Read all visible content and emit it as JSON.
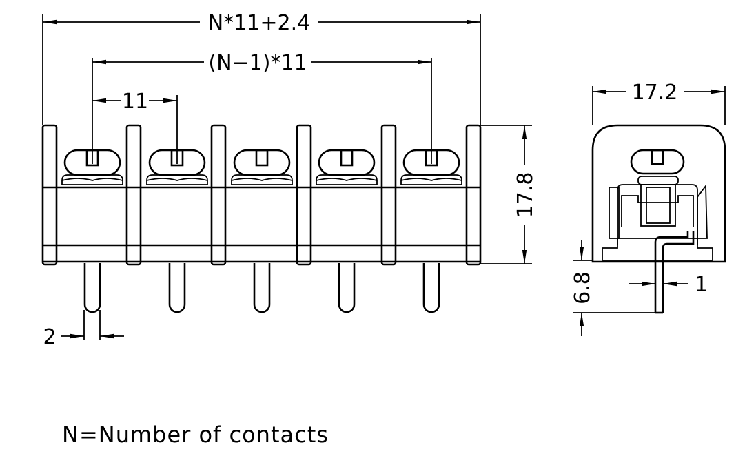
{
  "front_view": {
    "overall_length_label": "N*11+2.4",
    "span_label": "(N−1)*11",
    "pitch_label": "11",
    "height_label": "17.8",
    "pin_width_label": "2"
  },
  "side_view": {
    "width_label": "17.2",
    "pin_length_label": "6.8",
    "pin_thickness_label": "1"
  },
  "note": "N=Number of contacts",
  "colors": {
    "line": "#000000",
    "background": "#ffffff"
  }
}
